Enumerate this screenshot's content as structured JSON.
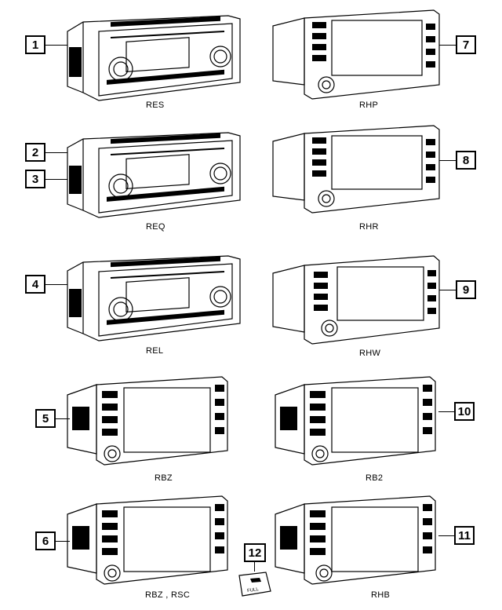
{
  "parts": [
    {
      "callouts": [
        "1"
      ],
      "model": "RES",
      "style": "cd"
    },
    {
      "callouts": [
        "7"
      ],
      "model": "RHP",
      "style": "nav3"
    },
    {
      "callouts": [
        "2",
        "3"
      ],
      "model": "REQ",
      "style": "cd"
    },
    {
      "callouts": [
        "8"
      ],
      "model": "RHR",
      "style": "nav3"
    },
    {
      "callouts": [
        "4"
      ],
      "model": "REL",
      "style": "cd"
    },
    {
      "callouts": [
        "9"
      ],
      "model": "RHW",
      "style": "nav3b"
    },
    {
      "callouts": [
        "5"
      ],
      "model": "RBZ",
      "style": "big"
    },
    {
      "callouts": [
        "10"
      ],
      "model": "RB2",
      "style": "big"
    },
    {
      "callouts": [
        "6"
      ],
      "model": "RBZ , RSC",
      "style": "big"
    },
    {
      "callouts": [
        "11"
      ],
      "model": "RHB",
      "style": "big"
    }
  ],
  "usb": {
    "callout": "12",
    "label": "FULL"
  }
}
